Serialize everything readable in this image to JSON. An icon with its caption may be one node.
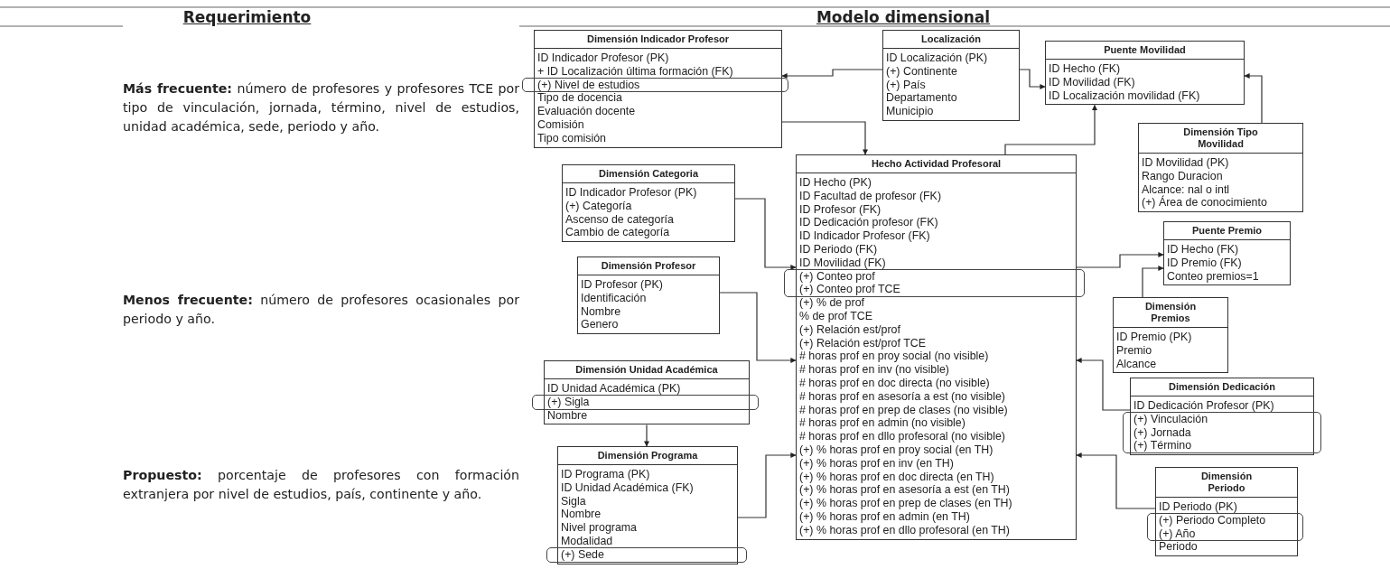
{
  "diagram": {
    "nodes": [
      {
        "text": [
          "Dimensión Indicador Profesor",
          "ID Indicador Profesor (PK)",
          "+ ID Localización última formación (FK)",
          "(+) Nivel de estudios",
          "Tipo de docencia",
          "Evaluación docente",
          "Comisión",
          "Tipo comisión"
        ]
      },
      {
        "text": [
          "Localización",
          "ID Localización (PK)",
          "(+) Continente",
          "(+) País",
          "Departamento",
          "Municipio"
        ]
      },
      {
        "text": [
          "Puente Movilidad",
          "ID Hecho (FK)",
          "ID Movilidad (FK)",
          "ID Localización movilidad (FK)"
        ]
      },
      {
        "text": [
          "Dimensión Categoria",
          "ID Indicador Profesor (PK)",
          "(+) Categoría",
          "Ascenso de categoría",
          "Cambio de categoría"
        ]
      },
      {
        "text": [
          "Hecho Actividad Profesoral",
          "ID Hecho (PK)",
          "ID Facultad de profesor (FK)",
          "ID Profesor (FK)",
          "ID Dedicación profesor (FK)",
          "ID Indicador Profesor (FK)",
          "ID Periodo (FK)",
          "ID Movilidad (FK)",
          "(+) Conteo prof",
          "(+) Conteo prof TCE",
          "(+) % de prof",
          "% de prof TCE",
          "(+) Relación est/prof",
          "(+) Relación est/prof TCE",
          "# horas prof en proy social (no visible)",
          "# horas prof en inv (no visible)",
          "# horas prof en doc directa (no visible)",
          "# horas prof en asesoría a est (no visible)",
          "# horas prof en prep de clases (no visible)",
          "# horas prof en admin (no visible)",
          "# horas prof en dllo profesoral (no visible)",
          "(+) % horas prof en proy social (en TH)",
          "(+) % horas prof en inv (en TH)",
          "(+) % horas prof en doc directa (en TH)",
          "(+) % horas prof en asesoría a est (en TH)",
          "(+) % horas prof en prep de clases (en TH)",
          "(+) % horas prof en admin (en TH)",
          "(+) % horas prof en dllo profesoral (en TH)"
        ]
      },
      {
        "text": [
          "Dimensión Tipo Movilidad",
          "ID Movilidad (PK)",
          "Rango Duracion",
          "Alcance: nal o intl",
          "(+) Área de conocimiento"
        ]
      },
      {
        "text": [
          "Dimensión Profesor",
          "ID Profesor (PK)",
          "Identificación",
          "Nombre",
          "Genero"
        ]
      },
      {
        "text": [
          "Puente Premio",
          "ID Hecho (FK)",
          "ID Premio (FK)",
          "Conteo premios=1"
        ]
      },
      {
        "text": [
          "Dimensión Premios",
          "ID Premio (PK)",
          "Premio",
          "Alcance"
        ]
      },
      {
        "text": [
          "Dimensión Unidad Académica",
          "ID Unidad Académica (PK)",
          "(+) Sigla",
          "Nombre"
        ]
      },
      {
        "text": [
          "Dimensión Dedicación",
          "ID Dedicación Profesor (PK)",
          "(+) Vinculación",
          "(+) Jornada",
          "(+) Término"
        ]
      },
      {
        "text": [
          "Dimensión Programa",
          "ID Programa (PK)",
          "ID Unidad Académica (FK)",
          "Sigla",
          "Nombre",
          "Nivel programa",
          "Modalidad",
          "(+) Sede"
        ]
      },
      {
        "text": [
          "Dimensión Periodo",
          "ID Periodo (PK)",
          "(+) Periodo Completo",
          "(+) Año",
          "Periodo"
        ]
      }
    ],
    "edges": [
      {
        "from": 1,
        "to": 0,
        "arrow": "to"
      },
      {
        "from": 1,
        "to": 2,
        "arrow": "to"
      },
      {
        "from": 0,
        "to": 4,
        "arrow": "to"
      },
      {
        "from": 4,
        "to": 2,
        "arrow": "to"
      },
      {
        "from": 5,
        "to": 2,
        "arrow": "to"
      },
      {
        "from": 3,
        "to": 4,
        "arrow": "to"
      },
      {
        "from": 4,
        "to": 7,
        "arrow": "to"
      },
      {
        "from": 8,
        "to": 7,
        "arrow": "to"
      },
      {
        "from": 6,
        "to": 4,
        "arrow": "to"
      },
      {
        "from": 9,
        "to": 11,
        "arrow": "to"
      },
      {
        "from": 11,
        "to": 4,
        "arrow": "to"
      },
      {
        "from": 10,
        "to": 4,
        "arrow": "to"
      },
      {
        "from": 12,
        "to": 4,
        "arrow": "to"
      }
    ],
    "labels": [
      "Requerimiento",
      "Modelo dimensional",
      "**Más frecuente:** número de profesores y profesores TCE por tipo de vinculación, jornada, término, nivel de estudios, unidad académica, sede, periodo y año.",
      "**Menos frecuente:** número de profesores ocasionales por periodo y año.",
      "**Propuesto:** porcentaje de profesores con formación extranjera por nivel de estudios, país, continente y año."
    ]
  }
}
